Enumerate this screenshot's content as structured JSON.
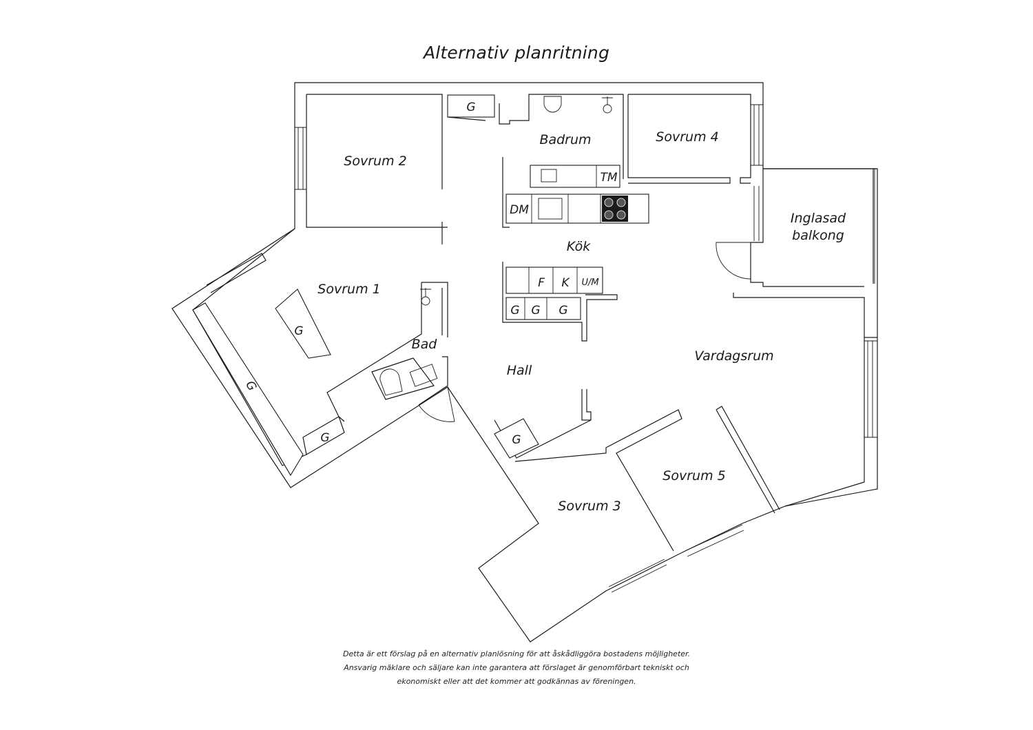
{
  "title": "Alternativ planritning",
  "rooms": {
    "sovrum2": "Sovrum 2",
    "sovrum1": "Sovrum 1",
    "sovrum3": "Sovrum 3",
    "sovrum4": "Sovrum 4",
    "sovrum5": "Sovrum 5",
    "badrum": "Badrum",
    "bad": "Bad",
    "kok": "Kök",
    "hall": "Hall",
    "vardagsrum": "Vardagsrum",
    "balkong_line1": "Inglasad",
    "balkong_line2": "balkong"
  },
  "fixtures": {
    "wardrobe": "G",
    "tm": "TM",
    "dm": "DM",
    "fridge": "F",
    "freezer": "K",
    "um": "U/M"
  },
  "disclaimer": [
    "Detta är ett förslag på en alternativ planlösning för att åskådliggöra bostadens möjligheter.",
    "Ansvarig mäklare och säljare kan inte garantera att förslaget är genomförbart tekniskt och",
    "ekonomiskt eller att det kommer att godkännas av föreningen."
  ]
}
